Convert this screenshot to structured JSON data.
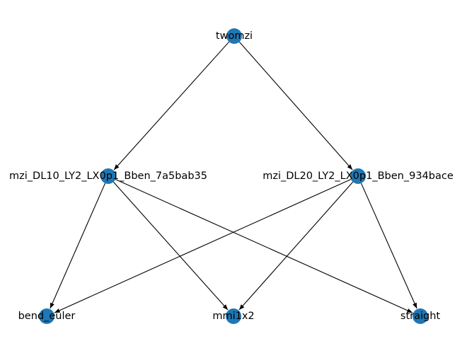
{
  "graph": {
    "node_color": "#1f77b4",
    "edge_color": "#000000",
    "nodes": [
      {
        "id": "twomzi",
        "label": "twomzi"
      },
      {
        "id": "mzi_a",
        "label": "mzi_DL10_LY2_LX0p1_Bben_7a5bab35"
      },
      {
        "id": "mzi_b",
        "label": "mzi_DL20_LY2_LX0p1_Bben_934bace"
      },
      {
        "id": "bend_euler",
        "label": "bend_euler"
      },
      {
        "id": "mmi1x2",
        "label": "mmi1x2"
      },
      {
        "id": "straight",
        "label": "straight"
      }
    ],
    "edges": [
      {
        "from": "twomzi",
        "to": "mzi_a"
      },
      {
        "from": "twomzi",
        "to": "mzi_b"
      },
      {
        "from": "mzi_a",
        "to": "bend_euler"
      },
      {
        "from": "mzi_a",
        "to": "mmi1x2"
      },
      {
        "from": "mzi_a",
        "to": "straight"
      },
      {
        "from": "mzi_b",
        "to": "bend_euler"
      },
      {
        "from": "mzi_b",
        "to": "mmi1x2"
      },
      {
        "from": "mzi_b",
        "to": "straight"
      }
    ]
  }
}
